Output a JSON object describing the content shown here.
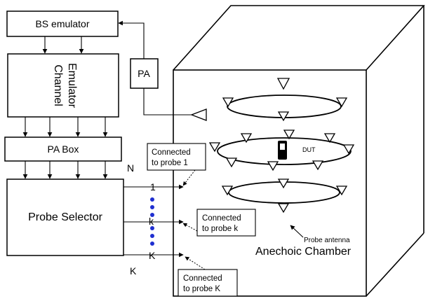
{
  "blocks": {
    "bs_emulator": "BS emulator",
    "channel_emulator_line1": "Channel",
    "channel_emulator_line2": "Emulator",
    "pa": "PA",
    "pa_box": "PA Box",
    "probe_selector": "Probe Selector"
  },
  "ports": {
    "n": "N",
    "one": "1",
    "k_lower": "k",
    "k_upper": "K",
    "k_outside": "K"
  },
  "callouts": {
    "probe_1_line1": "Connected",
    "probe_1_line2": "to probe 1",
    "probe_k_line1": "Connected",
    "probe_k_line2": "to probe k",
    "probe_K_line1": "Connected",
    "probe_K_line2": "to probe K"
  },
  "chamber": {
    "dut": "DUT",
    "probe_antenna": "Probe antenna",
    "anechoic_chamber": "Anechoic Chamber"
  },
  "colors": {
    "dots": "#1f2fd0",
    "stroke": "#000000"
  }
}
